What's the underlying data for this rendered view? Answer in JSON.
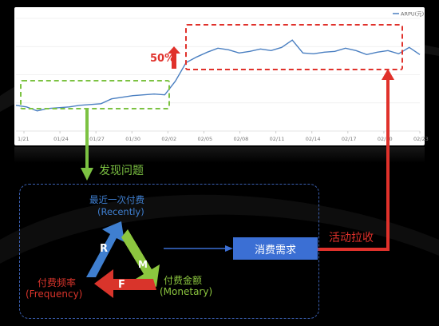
{
  "chart_data": {
    "type": "line",
    "legend": "ARPU(元)",
    "legend_position": "top-right",
    "x_ticks": [
      "1/21",
      "01/24",
      "01/27",
      "01/30",
      "02/02",
      "02/05",
      "02/08",
      "02/11",
      "02/14",
      "02/17",
      "02/20",
      "02/23"
    ],
    "series": [
      {
        "name": "ARPU(元)",
        "values": [
          32,
          30,
          25,
          28,
          29,
          30,
          32,
          33,
          34,
          40,
          42,
          44,
          45,
          46,
          45,
          62,
          85,
          92,
          98,
          103,
          101,
          97,
          99,
          102,
          100,
          104,
          113,
          97,
          96,
          98,
          99,
          103,
          100,
          95,
          98,
          100,
          96,
          104,
          95
        ]
      }
    ],
    "ylim": [
      0,
      140
    ],
    "grid": true,
    "annotation_increase": "50%"
  },
  "diagram": {
    "label_find_problem": "发现问题",
    "label_activity": "活动拉收",
    "label_demand": "消费需求",
    "recently_cn": "最近一次付费",
    "recently_en": "(Recently)",
    "monetary_cn": "付费金额",
    "monetary_en": "(Monetary)",
    "frequency_cn": "付费频率",
    "frequency_en": "(Frequency)",
    "letter_r": "R",
    "letter_m": "M",
    "letter_f": "F"
  },
  "colors": {
    "line": "#4a7fc1",
    "green": "#7cc242",
    "red": "#e0312b",
    "blue_box": "#3b6fd4",
    "dashed_blue": "#3a5fb0",
    "r_arrow": "#3f7fd0",
    "m_arrow": "#8cc63f",
    "f_arrow": "#d9342b"
  }
}
